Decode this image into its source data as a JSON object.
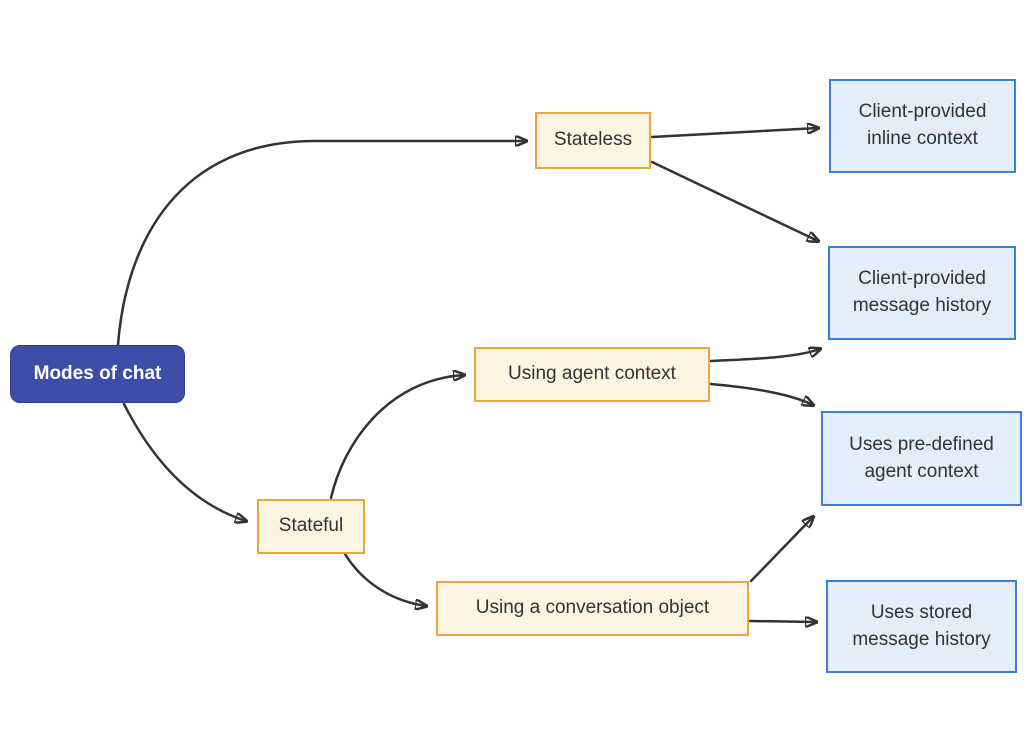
{
  "diagram": {
    "type": "flowchart",
    "direction": "left-to-right",
    "background_color": "#ffffff",
    "colors": {
      "root_fill": "#3E4DA8",
      "root_border": "#2F3D96",
      "root_text": "#ffffff",
      "branch_fill": "#FDF5E2",
      "branch_border": "#F0A53C",
      "leaf_fill": "#E2EFFB",
      "leaf_border": "#3C7FD8",
      "node_text": "#333333",
      "edge_color": "#333333"
    },
    "nodes": {
      "modes": {
        "label": "Modes of chat",
        "kind": "root"
      },
      "stateless": {
        "label": "Stateless",
        "kind": "branch"
      },
      "stateful": {
        "label": "Stateful",
        "kind": "branch"
      },
      "agent_context": {
        "label": "Using agent context",
        "kind": "branch"
      },
      "conversation": {
        "label": "Using a conversation object",
        "kind": "branch"
      },
      "inline_context": {
        "label": "Client-provided inline context",
        "kind": "leaf"
      },
      "message_history": {
        "label": "Client-provided message history",
        "kind": "leaf"
      },
      "predefined_context": {
        "label": "Uses pre-defined agent context",
        "kind": "leaf"
      },
      "stored_history": {
        "label": "Uses stored message history",
        "kind": "leaf"
      }
    },
    "edges": [
      {
        "from": "modes",
        "to": "stateless"
      },
      {
        "from": "modes",
        "to": "stateful"
      },
      {
        "from": "stateless",
        "to": "inline_context"
      },
      {
        "from": "stateless",
        "to": "message_history"
      },
      {
        "from": "stateful",
        "to": "agent_context"
      },
      {
        "from": "stateful",
        "to": "conversation"
      },
      {
        "from": "agent_context",
        "to": "message_history"
      },
      {
        "from": "agent_context",
        "to": "predefined_context"
      },
      {
        "from": "conversation",
        "to": "predefined_context"
      },
      {
        "from": "conversation",
        "to": "stored_history"
      }
    ]
  }
}
